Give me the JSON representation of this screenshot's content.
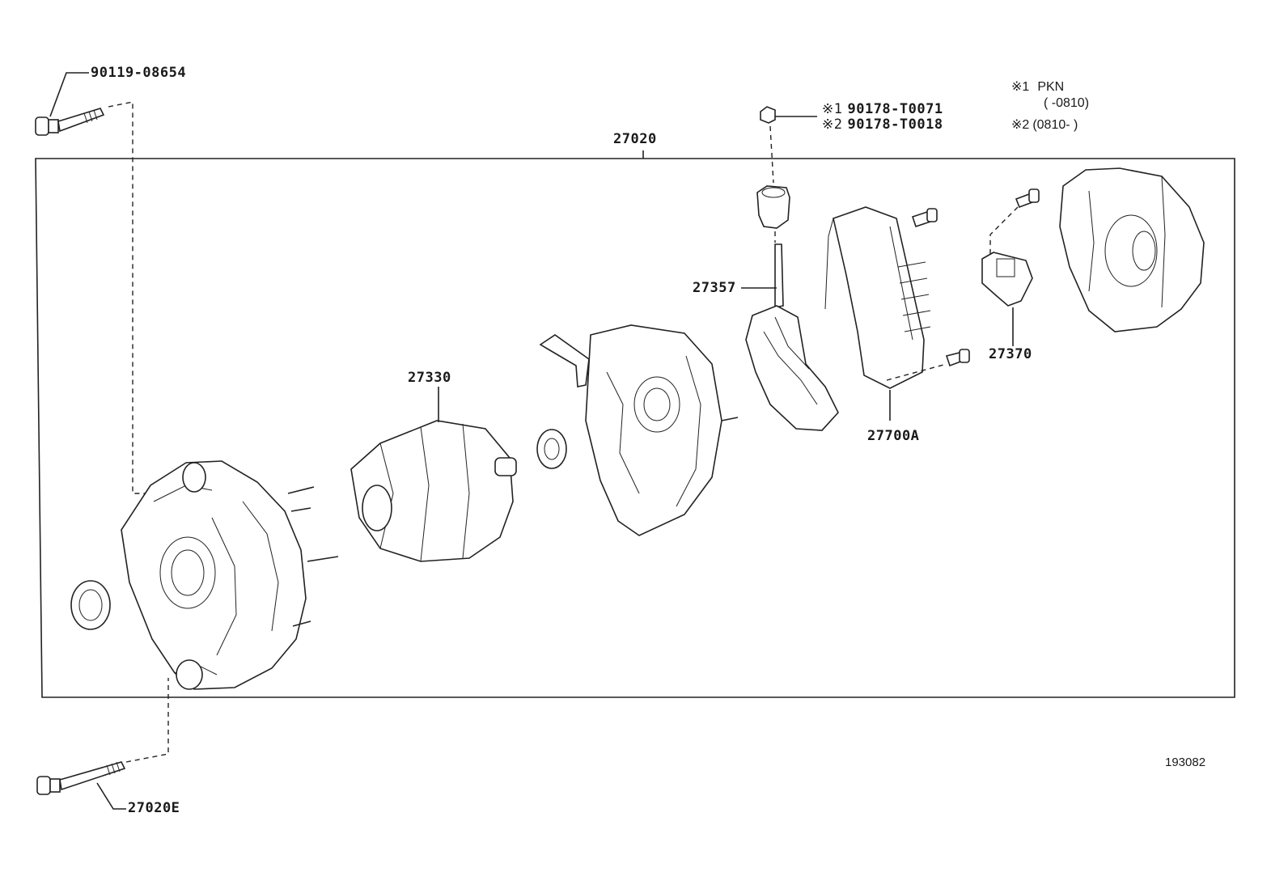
{
  "diagram": {
    "assembly_label": "27020",
    "figure_number": "193082",
    "parts": {
      "bolt_top": "90119-08654",
      "bolt_bottom": "27020E",
      "rotor": "27330",
      "brush_holder": "27357",
      "rectifier": "27700A",
      "terminal_insulator": "27370"
    },
    "nut_variants": [
      {
        "mark": "※1",
        "code": "90178-T0071"
      },
      {
        "mark": "※2",
        "code": "90178-T0018"
      }
    ],
    "legend": [
      {
        "mark": "※1",
        "text": "PKN"
      },
      {
        "mark": "",
        "text": "(    -0810)"
      },
      {
        "mark": "※2",
        "text": "(0810-    )"
      }
    ]
  }
}
